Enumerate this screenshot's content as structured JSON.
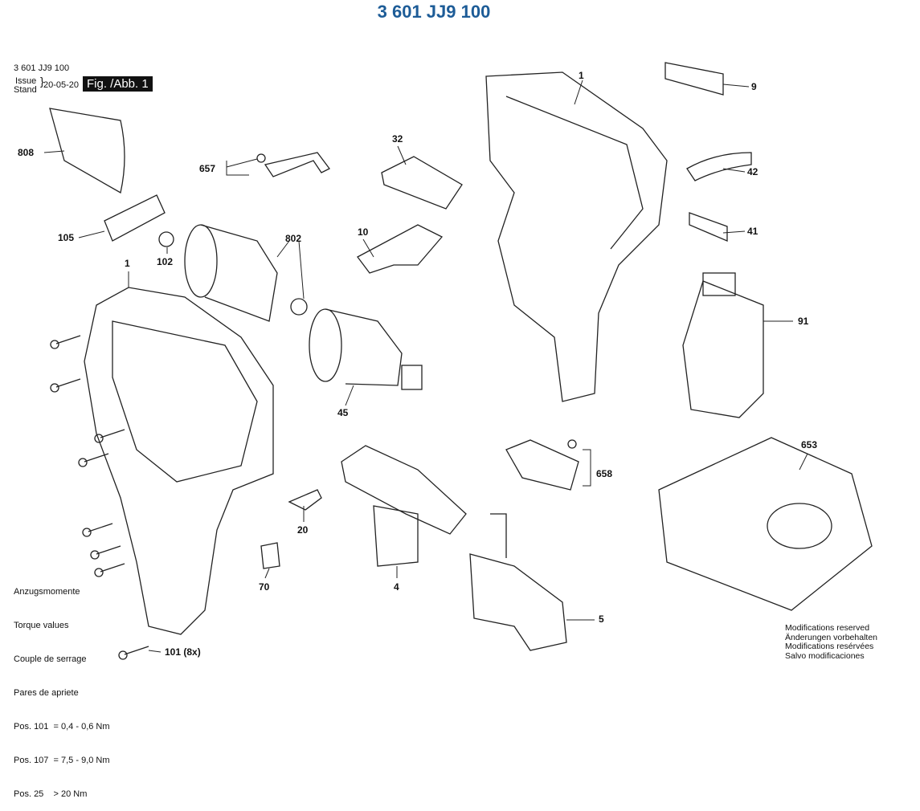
{
  "title": "3 601 JJ9 100",
  "header": {
    "part_number": "3 601 JJ9 100",
    "issue_label": "Issue",
    "stand_label": "Stand",
    "date": "20-05-20",
    "figure": "Fig. /Abb. 1"
  },
  "callouts": [
    "808",
    "657",
    "32",
    "1",
    "9",
    "42",
    "41",
    "105",
    "102",
    "802",
    "10",
    "1",
    "91",
    "45",
    "653",
    "658",
    "20",
    "70",
    "4",
    "5",
    "101 (8x)"
  ],
  "torque": {
    "lines": [
      "Anzugsmomente",
      "Torque values",
      "Couple de serrage",
      "Pares de apriete",
      "Pos. 101  = 0,4 - 0,6 Nm",
      "Pos. 107  = 7,5 - 9,0 Nm",
      "Pos. 25    > 20 Nm"
    ]
  },
  "modifications": [
    "Modifications reserved",
    "Änderungen vorbehalten",
    "Modifications resérvées",
    "Salvo modificaciones"
  ],
  "colors": {
    "title": "#1d5c97"
  }
}
